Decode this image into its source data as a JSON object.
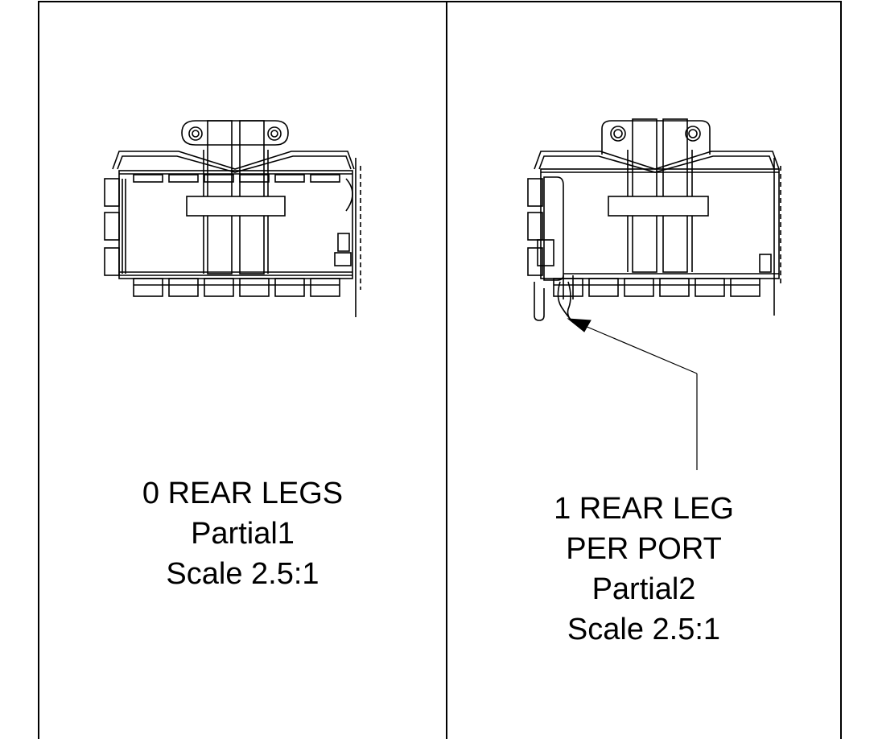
{
  "colors": {
    "line": "#000000",
    "background": "#ffffff"
  },
  "panels": [
    {
      "view": "Partial1",
      "caption_lines": [
        "0 REAR LEGS",
        "Partial1",
        "Scale 2.5:1"
      ]
    },
    {
      "view": "Partial2",
      "caption_lines": [
        "1 REAR LEG",
        "PER PORT",
        "Partial2",
        "Scale 2.5:1"
      ]
    }
  ]
}
